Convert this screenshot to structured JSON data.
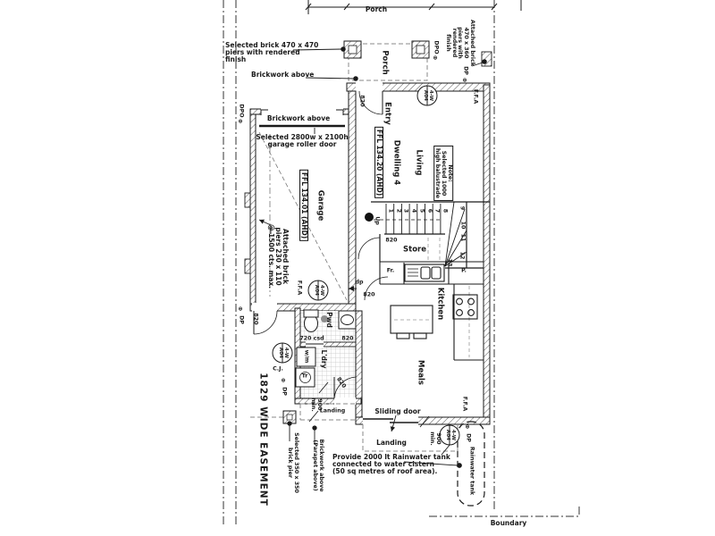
{
  "labels": {
    "top_dim_porch": "Porch",
    "note_brick470": "Selected brick 470 x 470\npiers with rendered\nfinish",
    "note_brickwork_above_a": "Brickwork above",
    "note_brickwork_above_b": "Brickwork above",
    "note_roller_door": "Selected 2800w x 2100h\ngarage roller door",
    "note_attached_piers": "Attached brick\npiers 230 x 110\n@ 1500 cts. max.",
    "note_attached_470_360": "Attached brick\n470 x 360\npiers with\nrendered\nfinish",
    "note_balustrade": "Note:\nSelected 1000\nhigh balustrade",
    "note_rainwater": "Provide 2000 lt Rainwater tank\nconnected to water cistern\n(50 sq metres of roof area).",
    "note_easement": "1829 WIDE EASEMENT",
    "note_pier350": "Selected 350 x 350\nbrick pier",
    "note_parapet": "Brickwork above\n(Parapet above)",
    "boundary": "Boundary",
    "rainwater_tank": "Rainwater tank",
    "room_porch": "Porch",
    "room_entry": "Entry",
    "room_dwelling": "Dwelling 4",
    "ffl_dwelling": "FFL 134.20 (AHD)",
    "room_living": "Living",
    "room_garage": "Garage",
    "ffl_garage": "FFL 134.01 (AHD)",
    "room_store": "Store",
    "room_kitchen": "Kitchen",
    "room_meals": "Meals",
    "room_pwd": "Pwd",
    "room_ldry": "L'dry",
    "landing_left": "Landing",
    "landing_right": "Landing",
    "sliding_door": "Sliding door",
    "up": "Up",
    "dp_small": "dp",
    "fr": "Fr.",
    "p": "P.",
    "wm": "w/m",
    "tr": "Tr",
    "csd720": "720 csd",
    "cj": "C.J.",
    "d820": "820",
    "d900min": "900\nmin.",
    "dpo": "DPO",
    "dp": "DP",
    "ffa": "F.F.A"
  },
  "symbols": {
    "dp_marker": "⊕"
  },
  "tags": {
    "window": "4-W\nA04"
  },
  "stairs": {
    "numbers": [
      "1",
      "2",
      "3",
      "4",
      "5",
      "6",
      "7",
      "8",
      "9",
      "10",
      "11",
      "12",
      "13"
    ]
  }
}
